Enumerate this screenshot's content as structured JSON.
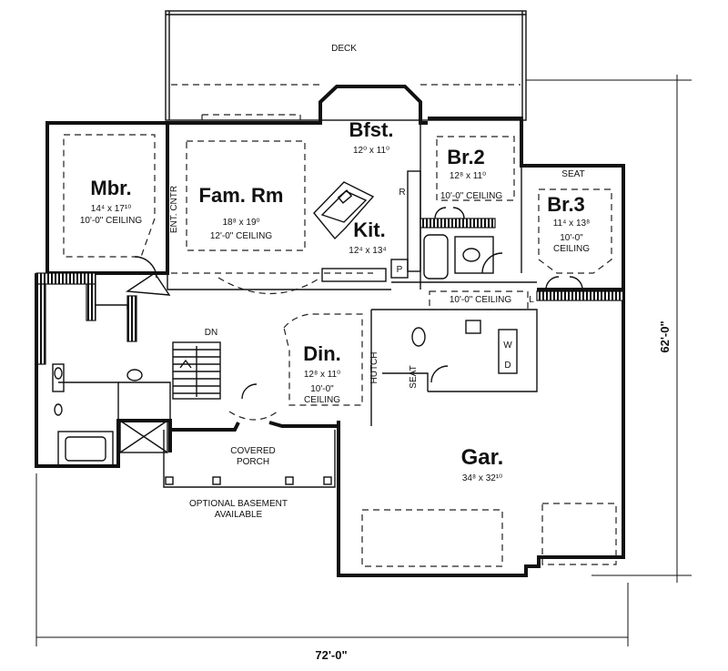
{
  "deck": "DECK",
  "rooms": {
    "mbr": {
      "name": "Mbr.",
      "dims": "14⁴ x 17¹⁰",
      "ceiling": "10'-0\" CEILING"
    },
    "fam": {
      "name": "Fam. Rm",
      "dims": "18⁸ x 19⁰",
      "ceiling": "12'-0\" CEILING"
    },
    "bfst": {
      "name": "Bfst.",
      "dims": "12⁰ x 11⁰"
    },
    "kit": {
      "name": "Kit.",
      "dims": "12⁴ x 13⁴"
    },
    "br2": {
      "name": "Br.2",
      "dims": "12⁸ x 11⁰",
      "ceiling": "10'-0\" CEILING"
    },
    "br3": {
      "name": "Br.3",
      "dims": "11⁴ x 13⁸",
      "ceiling_1": "10'-0\"",
      "ceiling_2": "CEILING"
    },
    "din": {
      "name": "Din.",
      "dims": "12⁸ x 11⁰",
      "ceiling_1": "10'-0\"",
      "ceiling_2": "CEILING"
    },
    "gar": {
      "name": "Gar.",
      "dims": "34⁸ x 32¹⁰"
    },
    "porch": {
      "name_1": "COVERED",
      "name_2": "PORCH"
    }
  },
  "labels": {
    "ent_cntr": "ENT. CNTR",
    "hall_ceiling": "10'-0\" CEILING",
    "seat_br3": "SEAT",
    "seat_hall": "SEAT",
    "hutch": "HUTCH",
    "dn": "DN",
    "r": "R",
    "p": "P",
    "l": "L",
    "w": "W",
    "d": "D"
  },
  "notes": {
    "basement_1": "OPTIONAL BASEMENT",
    "basement_2": "AVAILABLE"
  },
  "dimensions": {
    "width": "72'-0\"",
    "depth": "62'-0\""
  }
}
